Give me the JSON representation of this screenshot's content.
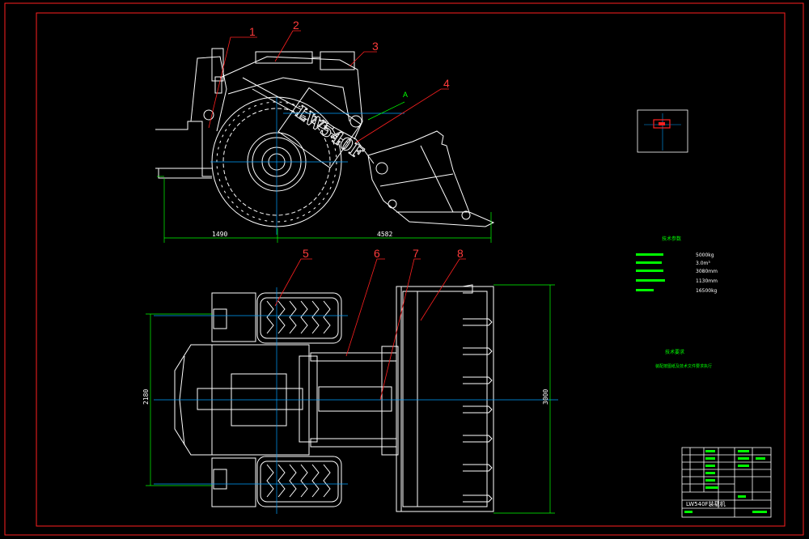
{
  "callouts": [
    "1",
    "2",
    "3",
    "4",
    "5",
    "6",
    "7",
    "8"
  ],
  "view_marker": "A",
  "model_label": "LW540F",
  "dims": {
    "rear": "1490",
    "front": "4582",
    "width": "2180",
    "bucket": "3000"
  },
  "specs": {
    "title": "技术参数",
    "values": [
      "5000kg",
      "3.0m³",
      "3080mm",
      "1130mm",
      "16500kg"
    ]
  },
  "notes": {
    "title": "技术要求",
    "line": "装配按图纸及技术文件要求执行"
  },
  "title_block": {
    "name": "LW540F装载机"
  }
}
